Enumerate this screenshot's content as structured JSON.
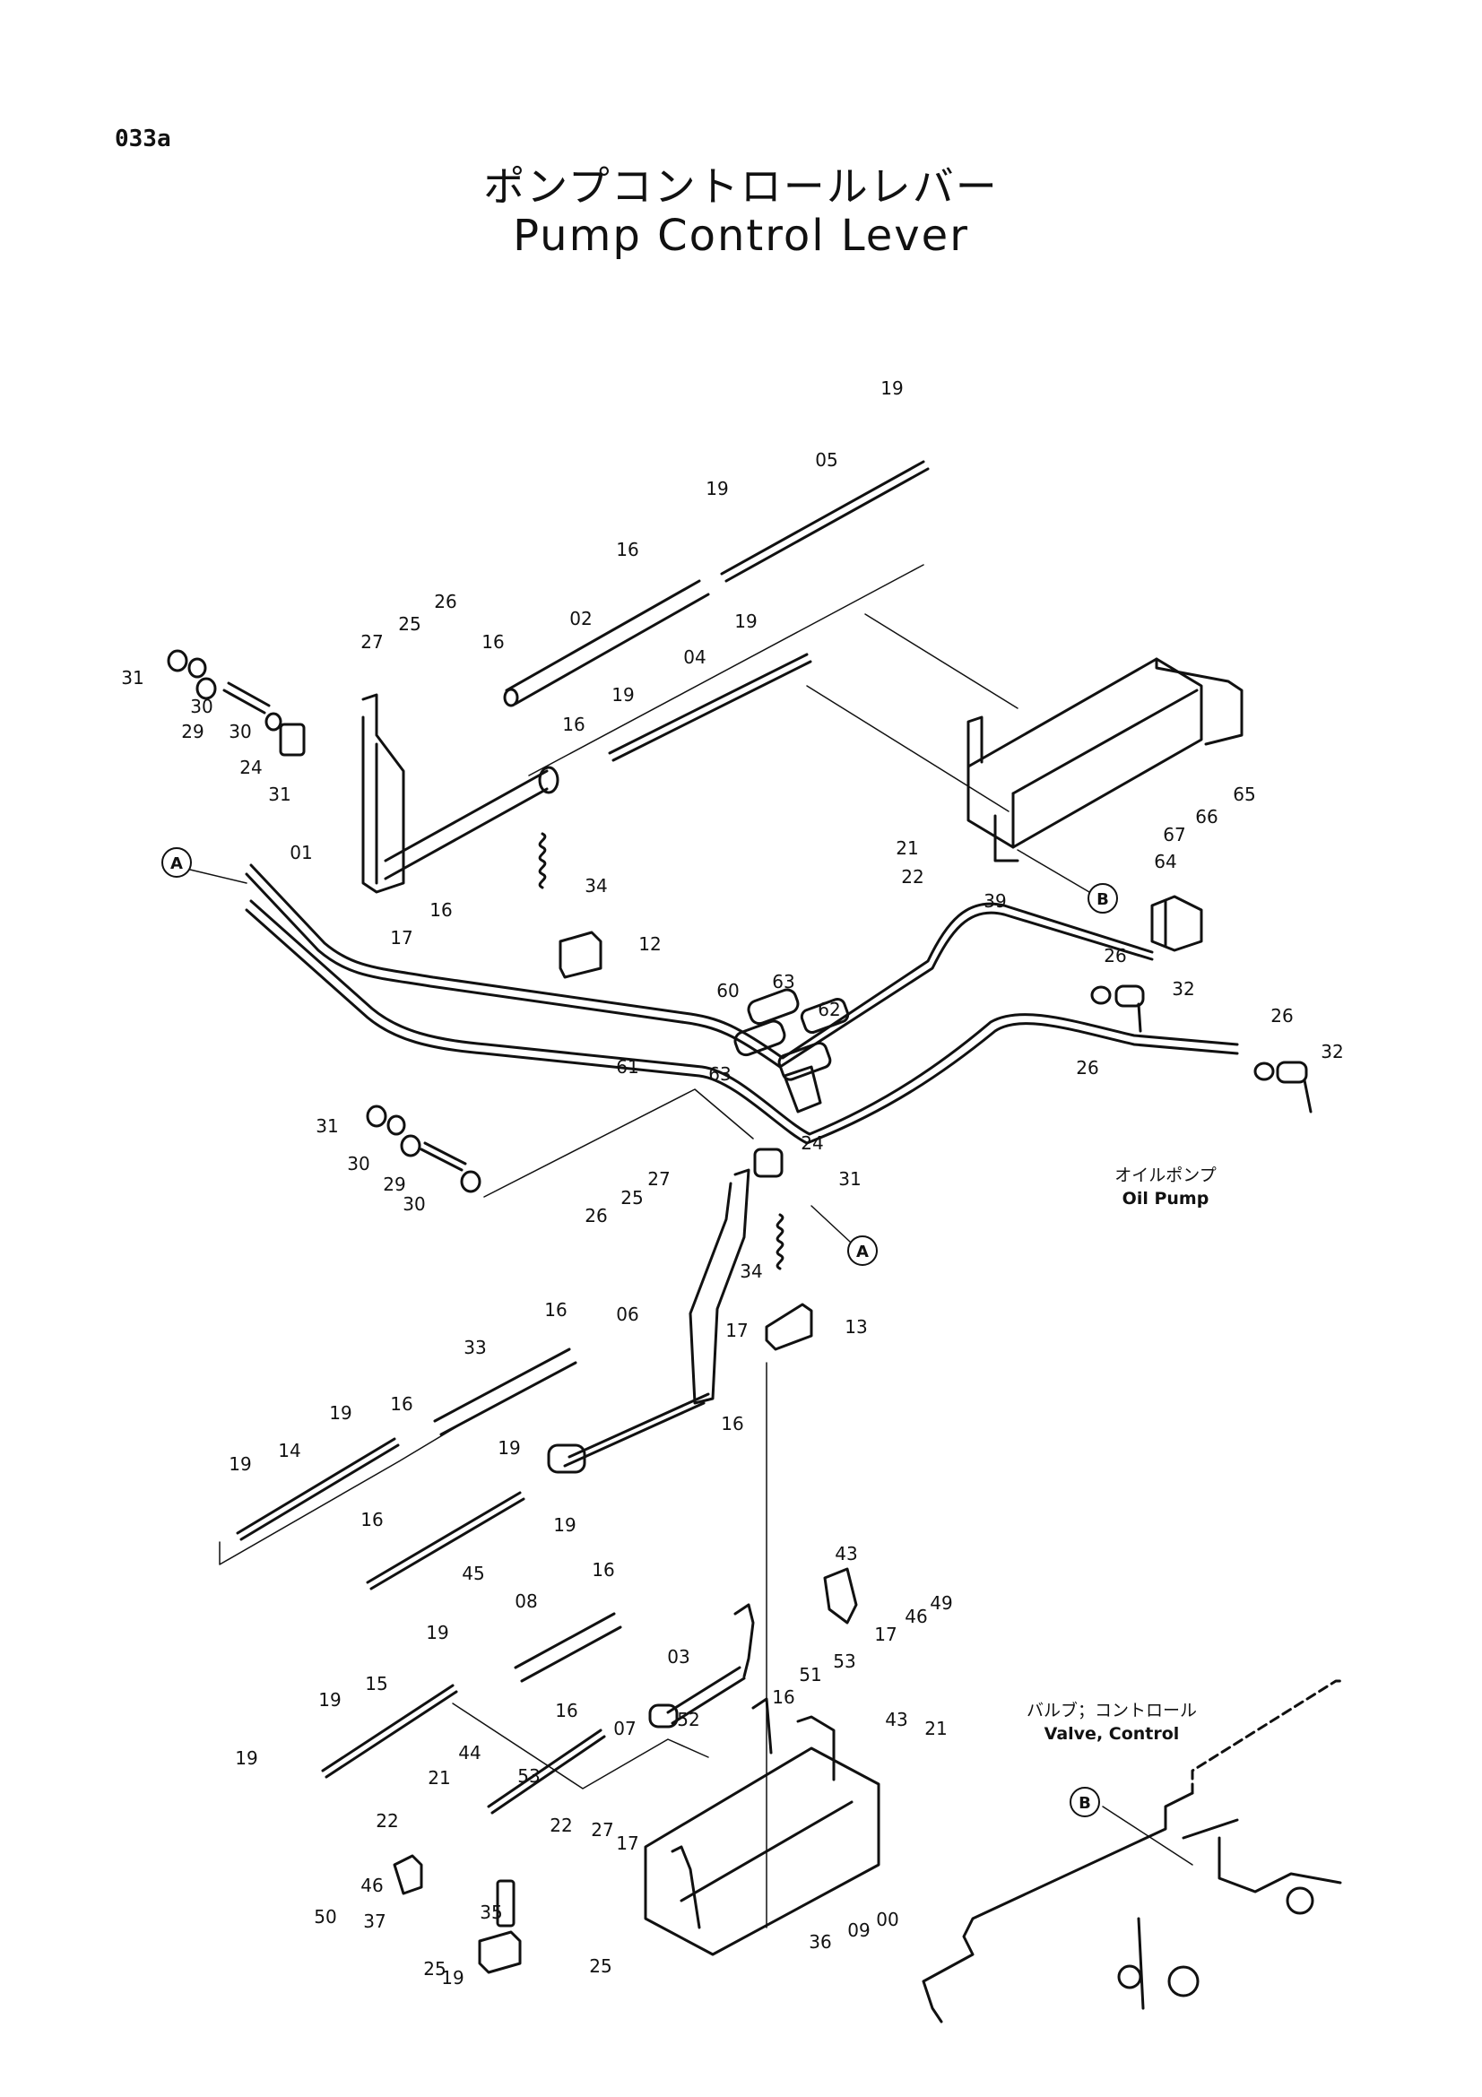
{
  "header": {
    "page_code": "033a",
    "title_jp": "ポンプコントロールレバー",
    "title_en": "Pump Control Lever"
  },
  "notes": {
    "oil_pump_jp": "オイルポンプ",
    "oil_pump_en": "Oil Pump",
    "valve_jp": "バルブ；コントロール",
    "valve_en": "Valve, Control"
  },
  "reference_markers": [
    "A",
    "A",
    "B",
    "B"
  ],
  "callouts": [
    "19",
    "05",
    "19",
    "16",
    "02",
    "19",
    "04",
    "26",
    "27",
    "25",
    "16",
    "31",
    "30",
    "29",
    "30",
    "24",
    "31",
    "16",
    "19",
    "21",
    "22",
    "39",
    "65",
    "66",
    "67",
    "64",
    "01",
    "16",
    "17",
    "34",
    "12",
    "60",
    "63",
    "62",
    "26",
    "32",
    "26",
    "32",
    "61",
    "63",
    "26",
    "31",
    "30",
    "29",
    "30",
    "24",
    "27",
    "31",
    "25",
    "26",
    "34",
    "13",
    "16",
    "06",
    "17",
    "33",
    "16",
    "19",
    "16",
    "14",
    "19",
    "19",
    "16",
    "19",
    "45",
    "16",
    "08",
    "43",
    "49",
    "17",
    "46",
    "53",
    "19",
    "03",
    "51",
    "16",
    "15",
    "19",
    "16",
    "52",
    "07",
    "19",
    "44",
    "53",
    "21",
    "22",
    "43",
    "21",
    "22",
    "27",
    "17",
    "46",
    "50",
    "37",
    "35",
    "25",
    "19",
    "25",
    "36",
    "09",
    "00"
  ]
}
